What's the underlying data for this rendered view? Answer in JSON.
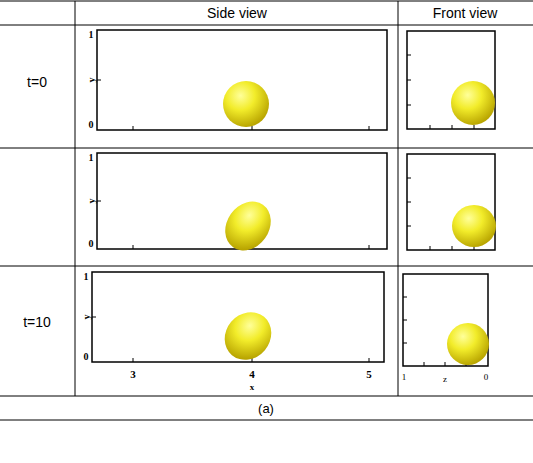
{
  "diagram": {
    "caption": "(a)",
    "labels": [
      "Side view",
      "Front view",
      "t=0",
      "1",
      "y",
      "0",
      "1",
      "y",
      "0",
      "t=10",
      "1",
      "y",
      "0",
      "3",
      "4",
      "5",
      "x",
      "1",
      "z",
      "0"
    ]
  }
}
